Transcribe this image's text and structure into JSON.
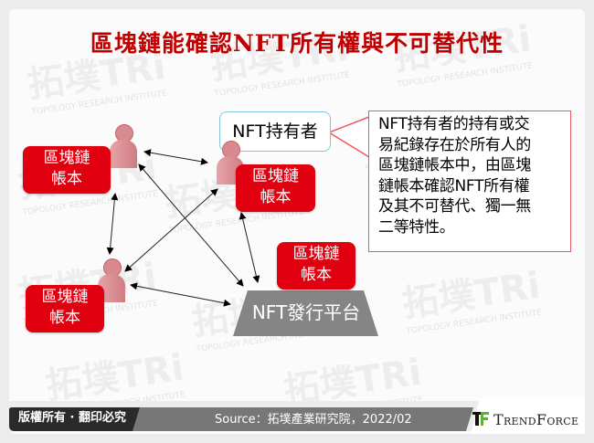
{
  "title": "區塊鏈能確認NFT所有權與不可替代性",
  "nodes": {
    "ledger_top_left": {
      "line1": "區塊鏈",
      "line2": "帳本"
    },
    "ledger_bottom_left": {
      "line1": "區塊鏈",
      "line2": "帳本"
    },
    "ledger_holder": {
      "line1": "區塊鏈",
      "line2": "帳本"
    },
    "ledger_platform": {
      "line1": "區塊鏈",
      "line2": "帳本"
    },
    "holder_label": "NFT持有者",
    "platform_label": "NFT發行平台"
  },
  "callout": {
    "lines": [
      "NFT持有者的持有或交",
      "易紀錄存在於所有人的",
      "區塊鏈帳本中，由區塊",
      "鏈帳本確認NFT所有權",
      "及其不可替代、獨一無",
      "二等特性。"
    ]
  },
  "footer": {
    "copyright": "版權所有 · 翻印必究",
    "source": "Source：拓墣產業研究院，2022/02",
    "brand": "TrendForce"
  },
  "watermark": {
    "text": "拓墣TRi",
    "subtext": "TOPOLOGY RESEARCH INSTITUTE"
  },
  "colors": {
    "title": "#c00000",
    "ledger_box": "#e0000f",
    "platform": "#858585",
    "callout_border": "#e65b63",
    "holder_border": "#7fc6dc",
    "footer_bar": "#7a7a7a",
    "brand_green": "#5cb531"
  }
}
